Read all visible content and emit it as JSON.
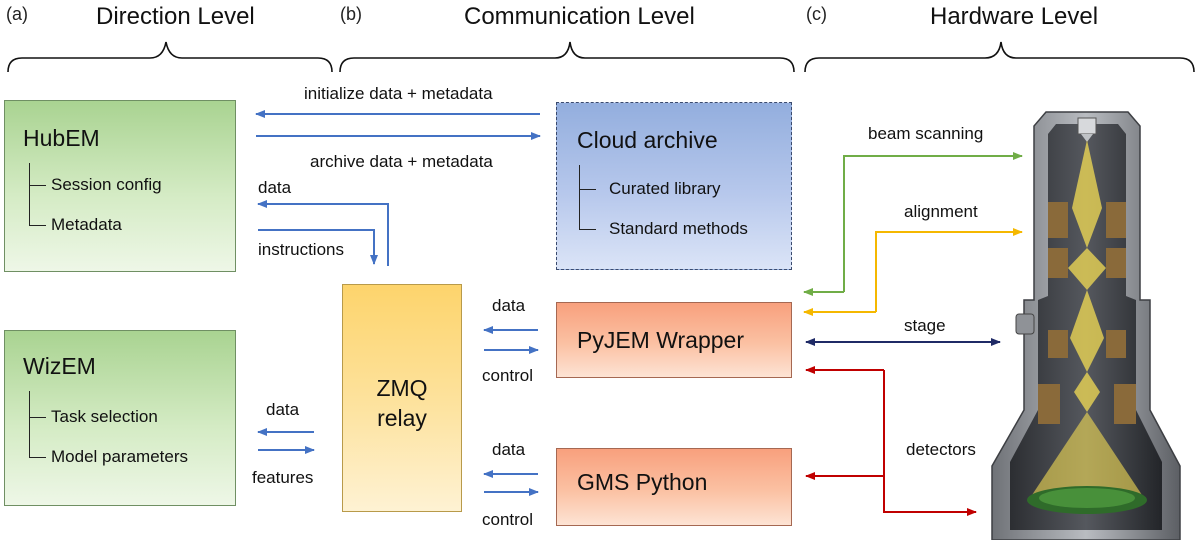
{
  "panels": [
    {
      "letter": "(a)",
      "title": "Direction Level"
    },
    {
      "letter": "(b)",
      "title": "Communication Level"
    },
    {
      "letter": "(c)",
      "title": "Hardware Level"
    }
  ],
  "hubem": {
    "title": "HubEM",
    "items": [
      "Session config",
      "Metadata"
    ]
  },
  "wizem": {
    "title": "WizEM",
    "items": [
      "Task selection",
      "Model parameters"
    ]
  },
  "cloud": {
    "title": "Cloud archive",
    "items": [
      "Curated library",
      "Standard methods"
    ]
  },
  "zmq": {
    "line1": "ZMQ",
    "line2": "relay"
  },
  "pyjem": {
    "title": "PyJEM Wrapper"
  },
  "gms": {
    "title": "GMS Python"
  },
  "arrow_labels": {
    "init": "initialize data + metadata",
    "archive": "archive data + metadata",
    "hub_data": "data",
    "hub_instr": "instructions",
    "wiz_data": "data",
    "wiz_features": "features",
    "py_data": "data",
    "py_control": "control",
    "gms_data": "data",
    "gms_control": "control",
    "beam": "beam scanning",
    "align": "alignment",
    "stage": "stage",
    "detectors": "detectors"
  },
  "colors": {
    "blue_arrow": "#4472c4",
    "green_arrow": "#70ad47",
    "yellow_arrow": "#f5b800",
    "navy_arrow": "#1f2a66",
    "red_arrow": "#c00000"
  }
}
